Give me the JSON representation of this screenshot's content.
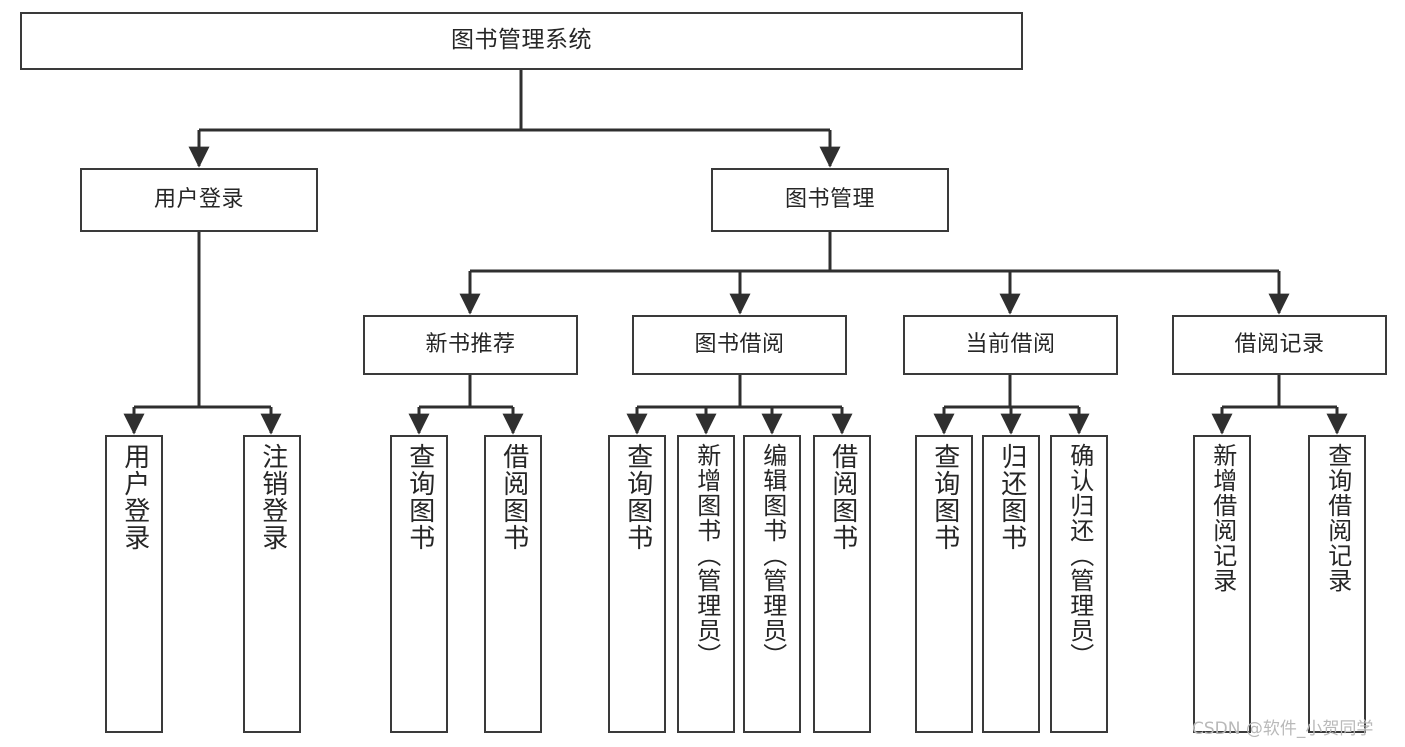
{
  "diagram": {
    "title": "图书管理系统",
    "type": "tree",
    "watermark": "CSDN @软件_小贺同学",
    "colors": {
      "background": "#ffffff",
      "node_fill": "#ffffff",
      "node_border": "#3a3a3a",
      "edge": "#2f2f2f",
      "text": "#262626",
      "watermark": "#b9b9b9"
    },
    "nodes": {
      "root": {
        "label": "图书管理系统"
      },
      "level2": [
        {
          "id": "user-login",
          "label": "用户登录"
        },
        {
          "id": "book-manage",
          "label": "图书管理"
        }
      ],
      "level3": [
        {
          "id": "new-book-recommend",
          "label": "新书推荐"
        },
        {
          "id": "book-borrow",
          "label": "图书借阅"
        },
        {
          "id": "current-borrow",
          "label": "当前借阅"
        },
        {
          "id": "borrow-record",
          "label": "借阅记录"
        }
      ],
      "leaves": {
        "user-login": [
          {
            "id": "leaf-user-login",
            "label": "用户登录"
          },
          {
            "id": "leaf-logout-login",
            "label": "注销登录"
          }
        ],
        "new-book-recommend": [
          {
            "id": "leaf-query-book-1",
            "label": "查询图书"
          },
          {
            "id": "leaf-borrow-book-1",
            "label": "借阅图书"
          }
        ],
        "book-borrow": [
          {
            "id": "leaf-query-book-2",
            "label": "查询图书"
          },
          {
            "id": "leaf-add-book",
            "label": "新增图书（管理员）"
          },
          {
            "id": "leaf-edit-book",
            "label": "编辑图书（管理员）"
          },
          {
            "id": "leaf-borrow-book-2",
            "label": "借阅图书"
          }
        ],
        "current-borrow": [
          {
            "id": "leaf-query-book-3",
            "label": "查询图书"
          },
          {
            "id": "leaf-return-book",
            "label": "归还图书"
          },
          {
            "id": "leaf-confirm-return",
            "label": "确认归还（管理员）"
          }
        ],
        "borrow-record": [
          {
            "id": "leaf-add-record",
            "label": "新增借阅记录"
          },
          {
            "id": "leaf-query-record",
            "label": "查询借阅记录"
          }
        ]
      }
    }
  }
}
